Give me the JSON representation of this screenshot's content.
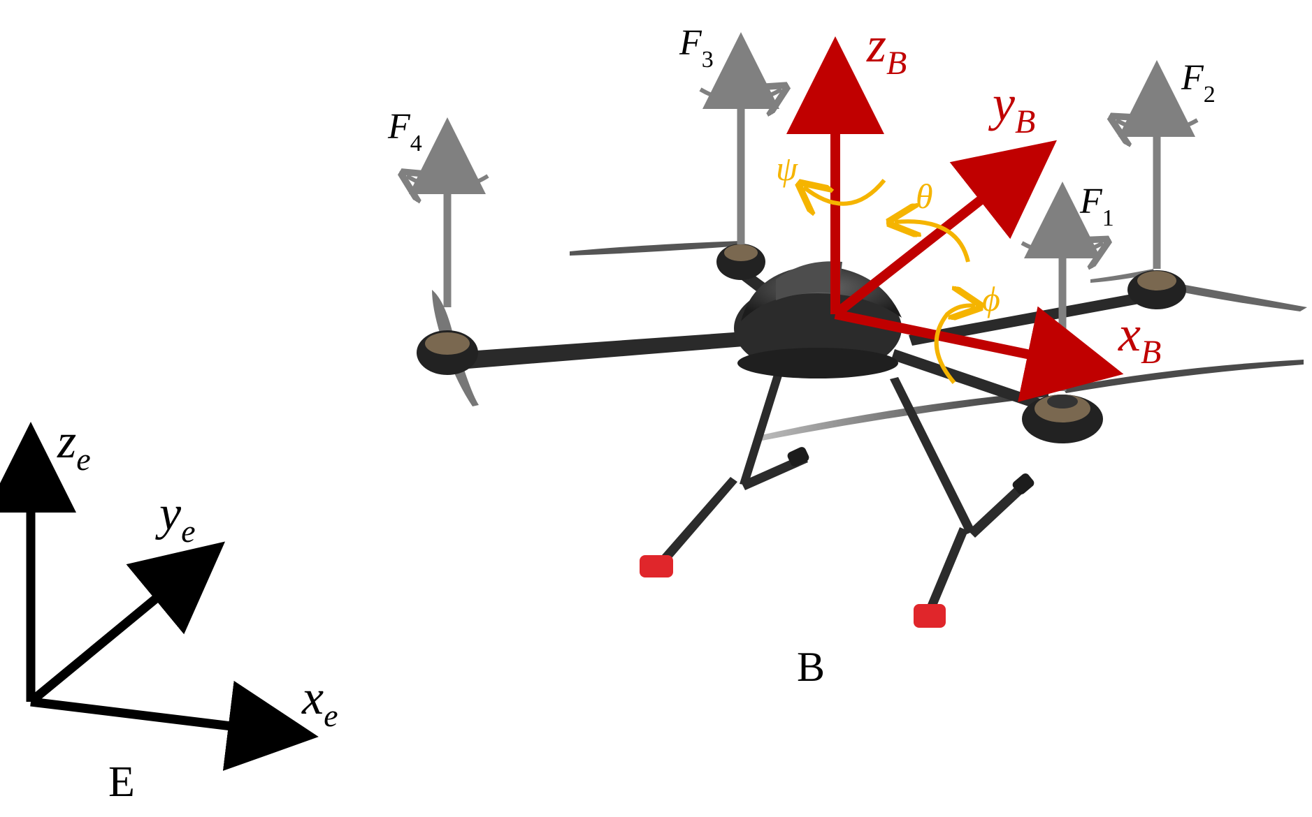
{
  "earth_frame": {
    "name": "E",
    "z_axis": {
      "base": "z",
      "sub": "e"
    },
    "y_axis": {
      "base": "y",
      "sub": "e"
    },
    "x_axis": {
      "base": "x",
      "sub": "e"
    }
  },
  "body_frame": {
    "name": "B",
    "z_axis": {
      "base": "z",
      "sub": "B"
    },
    "y_axis": {
      "base": "y",
      "sub": "B"
    },
    "x_axis": {
      "base": "x",
      "sub": "B"
    }
  },
  "rotations": {
    "yaw": "ψ",
    "pitch": "θ",
    "roll": "ϕ"
  },
  "thrusts": [
    {
      "base": "F",
      "sub": "1"
    },
    {
      "base": "F",
      "sub": "2"
    },
    {
      "base": "F",
      "sub": "3"
    },
    {
      "base": "F",
      "sub": "4"
    }
  ],
  "colors": {
    "body_axes": "#c00000",
    "earth_axes": "#000000",
    "thrust": "#808080",
    "rotation": "#f5b400",
    "drone_body": "#3a3a3a",
    "landing_caps": "#e0262b"
  }
}
